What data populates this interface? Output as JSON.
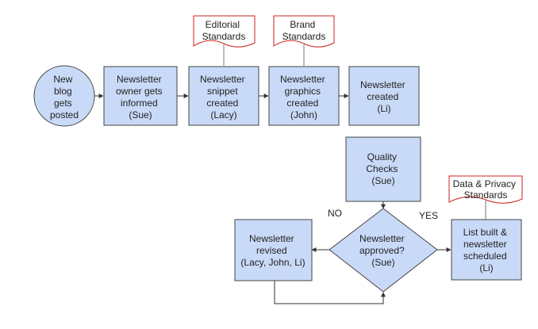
{
  "colors": {
    "node_fill": "#c9daf8",
    "doc_stroke": "#cc2222",
    "edge": "#333333"
  },
  "nodes": {
    "start": [
      "New",
      "blog",
      "gets",
      "posted"
    ],
    "informed": [
      "Newsletter",
      "owner gets",
      "informed",
      "(Sue)"
    ],
    "snippet": [
      "Newsletter",
      "snippet",
      "created",
      "(Lacy)"
    ],
    "graphics": [
      "Newsletter",
      "graphics",
      "created",
      "(John)"
    ],
    "created": [
      "Newsletter",
      "created",
      "(Li)"
    ],
    "quality": [
      "Quality",
      "Checks",
      "(Sue)"
    ],
    "approved": [
      "Newsletter",
      "approved?",
      "(Sue)"
    ],
    "revised": [
      "Newsletter",
      "revised",
      "(Lacy, John, Li)"
    ],
    "scheduled": [
      "List built &",
      "newsletter",
      "scheduled",
      "(Li)"
    ]
  },
  "documents": {
    "editorial": [
      "Editorial",
      "Standards"
    ],
    "brand": [
      "Brand",
      "Standards"
    ],
    "privacy": [
      "Data & Privacy",
      "Standards"
    ]
  },
  "labels": {
    "no": "NO",
    "yes": "YES"
  }
}
